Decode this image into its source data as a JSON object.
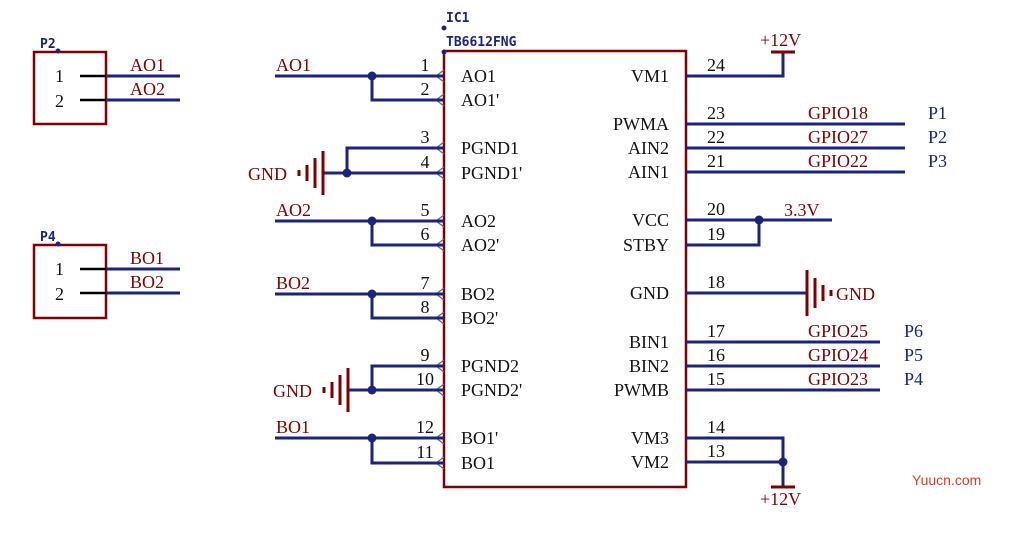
{
  "ic": {
    "designator": "IC1",
    "part": "TB6612FNG",
    "left_pins": [
      {
        "num": "1",
        "name": "AO1"
      },
      {
        "num": "2",
        "name": "AO1'"
      },
      {
        "num": "3",
        "name": "PGND1"
      },
      {
        "num": "4",
        "name": "PGND1'"
      },
      {
        "num": "5",
        "name": "AO2"
      },
      {
        "num": "6",
        "name": "AO2'"
      },
      {
        "num": "7",
        "name": "BO2"
      },
      {
        "num": "8",
        "name": "BO2'"
      },
      {
        "num": "9",
        "name": "PGND2"
      },
      {
        "num": "10",
        "name": "PGND2'"
      },
      {
        "num": "12",
        "name": "BO1'"
      },
      {
        "num": "11",
        "name": "BO1"
      }
    ],
    "right_pins": [
      {
        "num": "24",
        "name": "VM1"
      },
      {
        "num": "23",
        "name": "PWMA"
      },
      {
        "num": "22",
        "name": "AIN2"
      },
      {
        "num": "21",
        "name": "AIN1"
      },
      {
        "num": "20",
        "name": "VCC"
      },
      {
        "num": "19",
        "name": "STBY"
      },
      {
        "num": "18",
        "name": "GND"
      },
      {
        "num": "17",
        "name": "BIN1"
      },
      {
        "num": "16",
        "name": "BIN2"
      },
      {
        "num": "15",
        "name": "PWMB"
      },
      {
        "num": "14",
        "name": "VM3"
      },
      {
        "num": "13",
        "name": "VM2"
      }
    ]
  },
  "connectors": [
    {
      "designator": "P2",
      "pins": [
        {
          "num": "1",
          "net": "AO1"
        },
        {
          "num": "2",
          "net": "AO2"
        }
      ]
    },
    {
      "designator": "P4",
      "pins": [
        {
          "num": "1",
          "net": "BO1"
        },
        {
          "num": "2",
          "net": "BO2"
        }
      ]
    }
  ],
  "left_nets": {
    "ao1": "AO1",
    "ao2": "AO2",
    "bo2": "BO2",
    "bo1": "BO1",
    "gnd1": "GND",
    "gnd2": "GND"
  },
  "right_nets": {
    "vm_top": "+12V",
    "vm_bottom": "+12V",
    "vcc": "3.3V",
    "gnd": "GND",
    "pwma": {
      "net": "GPIO18",
      "port": "P1"
    },
    "ain2": {
      "net": "GPIO27",
      "port": "P2"
    },
    "ain1": {
      "net": "GPIO22",
      "port": "P3"
    },
    "bin1": {
      "net": "GPIO25",
      "port": "P6"
    },
    "bin2": {
      "net": "GPIO24",
      "port": "P5"
    },
    "pwmb": {
      "net": "GPIO23",
      "port": "P4"
    }
  },
  "watermark": "Yuucn.com",
  "colors": {
    "wire": "#1a237e",
    "component": "#800000",
    "text": "#111111",
    "watermark": "#e03a1e"
  }
}
